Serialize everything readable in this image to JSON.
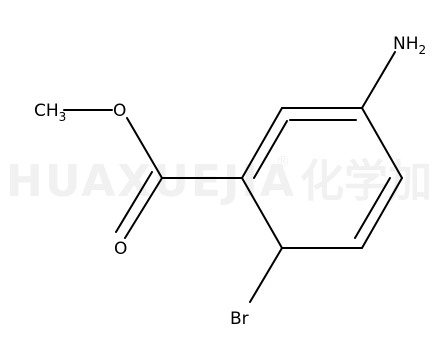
{
  "watermark": {
    "latin": "HUAXUEJIA",
    "registered": "®",
    "cjk": "化学加"
  },
  "atoms": {
    "amine": {
      "main": "NH",
      "sub": "2"
    },
    "methyl": {
      "main": "CH",
      "sub": "3"
    },
    "ester_oxygen": "O",
    "carbonyl_oxygen": "O",
    "bromine": "Br"
  }
}
